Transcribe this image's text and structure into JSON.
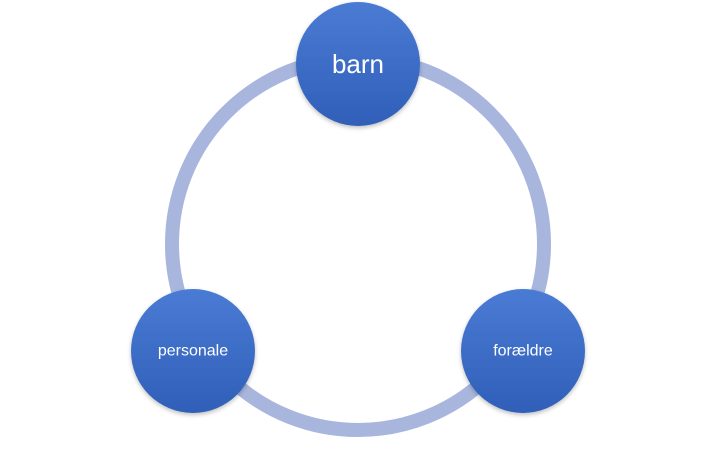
{
  "colors": {
    "background": "#ffffff",
    "ring": "#a8b6dd",
    "node_fill_top": "#4b7bd4",
    "node_fill_bottom": "#2f5fb8",
    "node_label": "#ffffff"
  },
  "diagram": {
    "type": "cycle",
    "nodes": [
      {
        "label": "barn"
      },
      {
        "label": "personale"
      },
      {
        "label": "forældre"
      }
    ]
  }
}
